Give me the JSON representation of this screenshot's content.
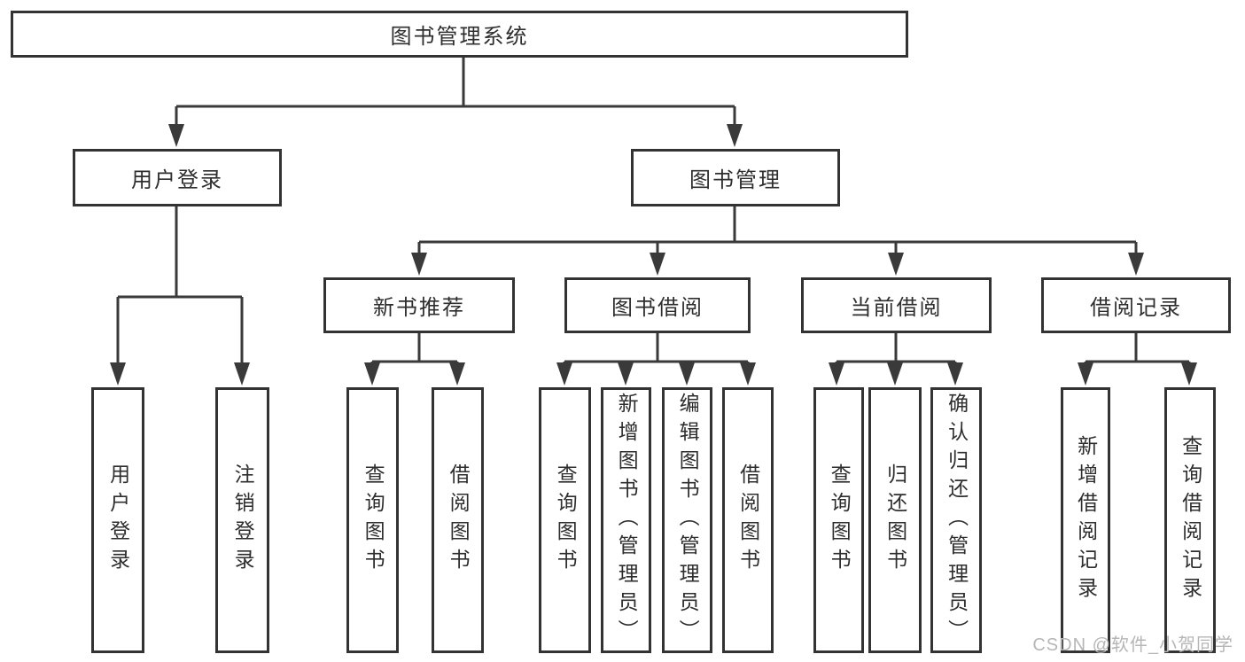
{
  "diagram": {
    "root": {
      "label": "图书管理系统"
    },
    "level2": [
      {
        "id": "user-login",
        "label": "用户登录",
        "parent": "root"
      },
      {
        "id": "book-management",
        "label": "图书管理",
        "parent": "root"
      }
    ],
    "level3": [
      {
        "id": "new-book-recommend",
        "label": "新书推荐",
        "parent": "book-management"
      },
      {
        "id": "book-borrowing",
        "label": "图书借阅",
        "parent": "book-management"
      },
      {
        "id": "current-borrowing",
        "label": "当前借阅",
        "parent": "book-management"
      },
      {
        "id": "borrowing-records",
        "label": "借阅记录",
        "parent": "book-management"
      }
    ],
    "leaves": [
      {
        "label": "用户登录",
        "parent": "user-login"
      },
      {
        "label": "注销登录",
        "parent": "user-login"
      },
      {
        "label": "查询图书",
        "parent": "new-book-recommend"
      },
      {
        "label": "借阅图书",
        "parent": "new-book-recommend"
      },
      {
        "label": "查询图书",
        "parent": "book-borrowing"
      },
      {
        "label": "新增图书（管理员）",
        "parent": "book-borrowing"
      },
      {
        "label": "编辑图书（管理员）",
        "parent": "book-borrowing"
      },
      {
        "label": "借阅图书",
        "parent": "book-borrowing"
      },
      {
        "label": "查询图书",
        "parent": "current-borrowing"
      },
      {
        "label": "归还图书",
        "parent": "current-borrowing"
      },
      {
        "label": "确认归还（管理员）",
        "parent": "current-borrowing"
      },
      {
        "label": "新增借阅记录",
        "parent": "borrowing-records"
      },
      {
        "label": "查询借阅记录",
        "parent": "borrowing-records"
      }
    ]
  },
  "watermark": "CSDN @软件_小贺同学",
  "colors": {
    "line": "#3a3a3a",
    "box-border": "#333333",
    "text": "#2e2e2e",
    "watermark": "#b6b6b6",
    "background": "#ffffff"
  }
}
